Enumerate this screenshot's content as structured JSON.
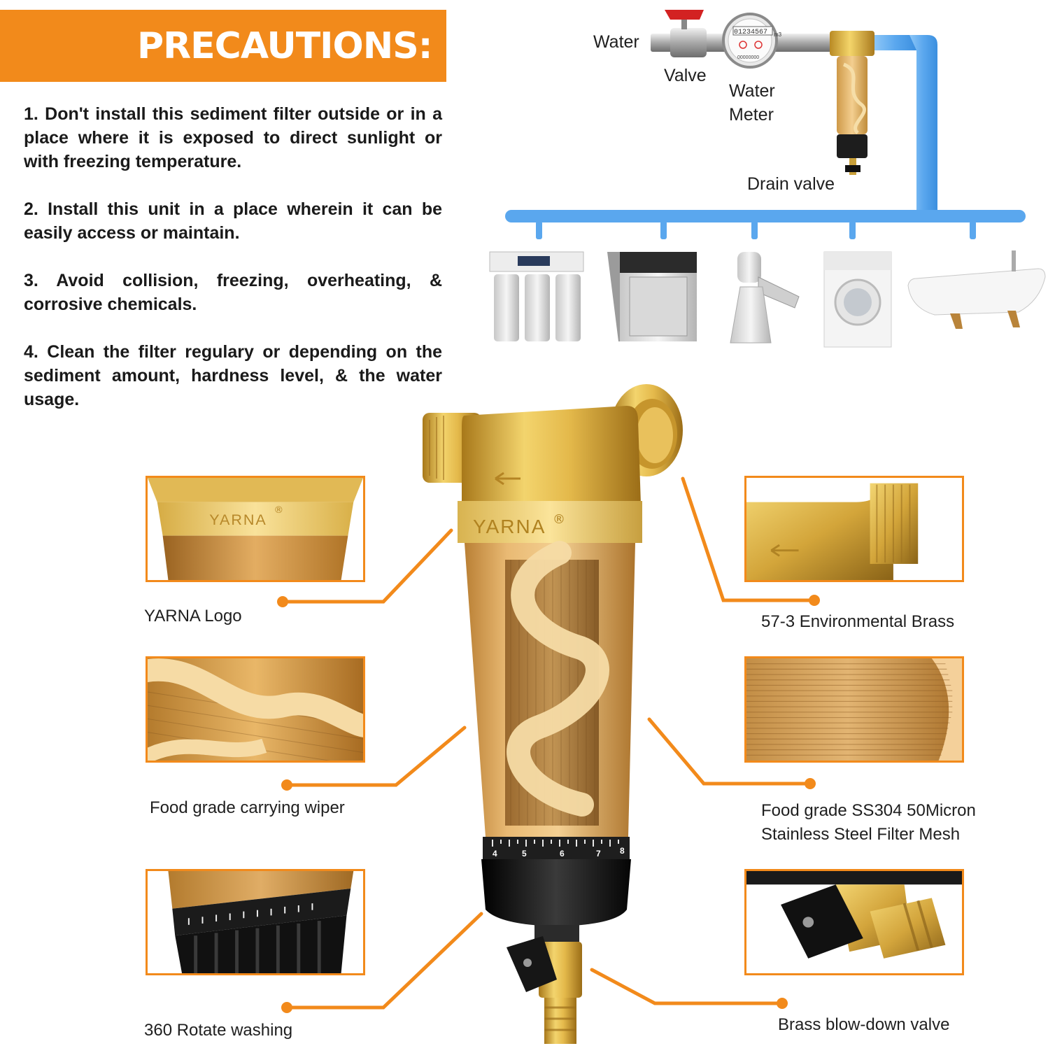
{
  "banner": {
    "title": "PRECAUTIONS:"
  },
  "precautions": [
    "1. Don't install this sediment filter outside or in a place where it is exposed to direct sunlight or with freezing temperature.",
    "2. Install this unit in a place wherein it can be easily access or maintain.",
    "3. Avoid collision, freezing, overheating, & corrosive chemicals.",
    "4. Clean the filter regulary or depending on the sediment amount, hardness level, & the water usage."
  ],
  "installation_diagram": {
    "water_label": "Water",
    "valve_label": "Valve",
    "water_meter_label_line1": "Water",
    "water_meter_label_line2": "Meter",
    "drain_valve_label": "Drain valve",
    "meter_reading": "01234567",
    "meter_unit": "m3",
    "meter_serial": "00000000"
  },
  "product": {
    "brand": "YARNA",
    "registered_mark": "®",
    "dial_numbers": [
      "4",
      "5",
      "6",
      "7",
      "8"
    ]
  },
  "features": {
    "logo": "YARNA Logo",
    "brass": "57-3 Environmental Brass",
    "wiper": "Food grade carrying wiper",
    "mesh_line1": "Food grade SS304  50Micron",
    "mesh_line2": "Stainless Steel Filter Mesh",
    "rotate": "360  Rotate washing",
    "blowdown": "Brass blow-down valve"
  },
  "colors": {
    "accent_orange": "#f28a1b",
    "pipe_blue": "#5aa7ee",
    "brass": "#e0b545",
    "housing_amber": "#e6b262"
  }
}
